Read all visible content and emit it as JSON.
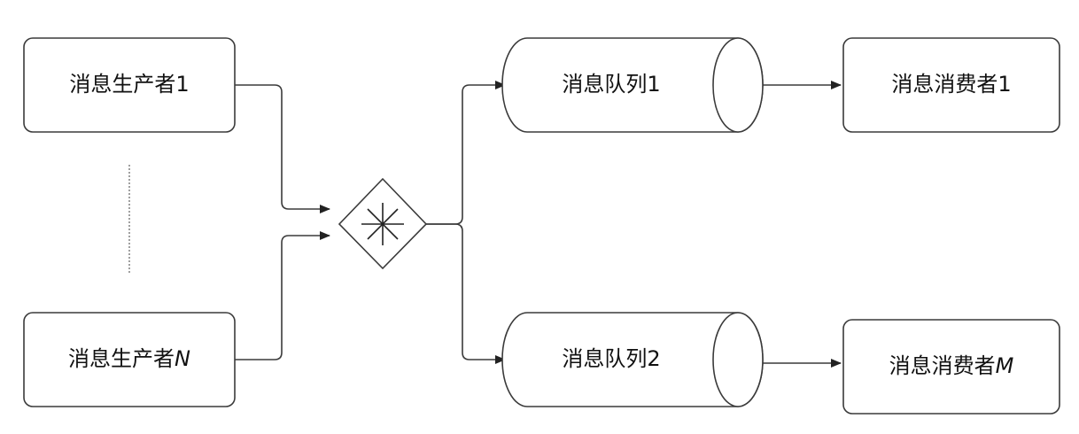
{
  "diagram": {
    "producers": [
      {
        "prefix": "消息生产者",
        "suffix": "1",
        "suffix_italic": false
      },
      {
        "prefix": "消息生产者",
        "suffix": "N",
        "suffix_italic": true
      }
    ],
    "exchange": {
      "icon": "asterisk-icon"
    },
    "queues": [
      {
        "prefix": "消息队列",
        "suffix": "1"
      },
      {
        "prefix": "消息队列",
        "suffix": "2"
      }
    ],
    "consumers": [
      {
        "prefix": "消息消费者",
        "suffix": "1",
        "suffix_italic": false
      },
      {
        "prefix": "消息消费者",
        "suffix": "M",
        "suffix_italic": true
      }
    ],
    "colors": {
      "stroke": "#3a3a3a",
      "text": "#111111",
      "background": "#ffffff"
    }
  }
}
